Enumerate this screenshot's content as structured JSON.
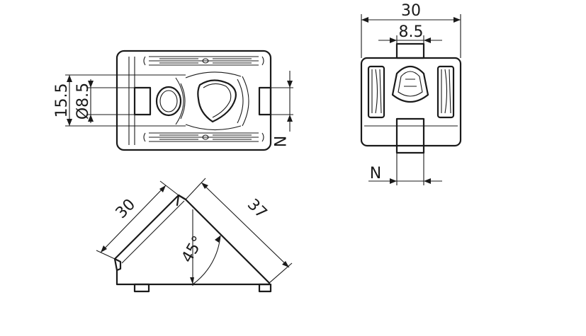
{
  "drawing": {
    "line_color": "#1a1a1a",
    "background": "#ffffff",
    "top_view": {
      "dim_height": "15.5",
      "dim_diameter": "Ø8.5",
      "dim_slot": "N"
    },
    "side_view": {
      "dim_width": "30",
      "dim_inner": "8.5",
      "dim_slot": "N"
    },
    "front_view": {
      "dim_leg": "30",
      "dim_hyp": "37",
      "dim_angle": "45°"
    }
  }
}
